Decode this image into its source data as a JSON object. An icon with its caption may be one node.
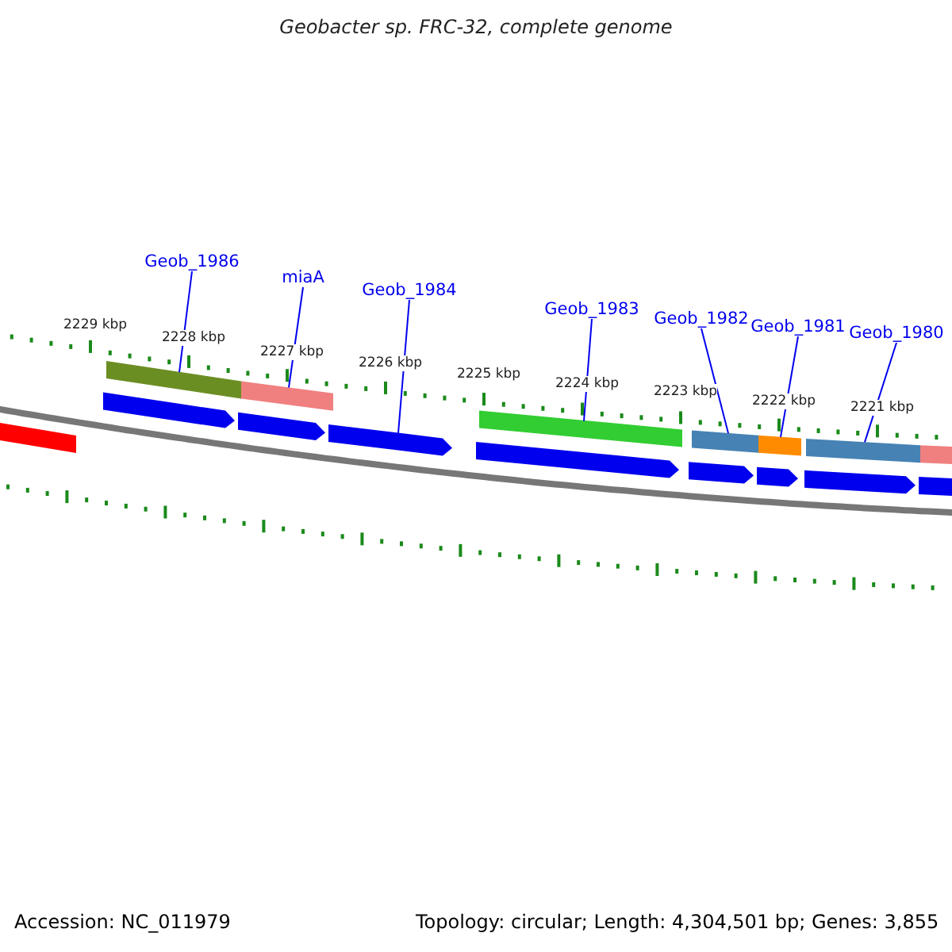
{
  "diagram": {
    "title": "Geobacter sp. FRC-32, complete genome",
    "nodes": [
      {
        "text": [
          "Geob_1986"
        ]
      },
      {
        "text": [
          "miaA"
        ]
      },
      {
        "text": [
          "Geob_1984"
        ]
      },
      {
        "text": [
          "Geob_1983"
        ]
      },
      {
        "text": [
          "Geob_1982"
        ]
      },
      {
        "text": [
          "Geob_1981"
        ]
      },
      {
        "text": [
          "Geob_1980"
        ]
      },
      {
        "text": [],
        "shape": "bar"
      },
      {
        "text": [],
        "shape": "pentagon"
      },
      {
        "text": [],
        "shape": "bar"
      },
      {
        "text": [],
        "shape": "pentagon"
      },
      {
        "text": [],
        "shape": "bar"
      },
      {
        "text": [],
        "shape": "pentagon"
      },
      {
        "text": [],
        "shape": "pentagon"
      },
      {
        "text": [],
        "shape": "bar"
      },
      {
        "text": [],
        "shape": "pentagon"
      },
      {
        "text": [],
        "shape": "bar"
      },
      {
        "text": [],
        "shape": "pentagon"
      },
      {
        "text": [],
        "shape": "bar"
      },
      {
        "text": [],
        "shape": "pentagon"
      },
      {
        "text": [],
        "shape": "bar"
      },
      {
        "text": [],
        "shape": "pentagon"
      },
      {
        "text": [],
        "shape": "bar"
      }
    ],
    "edges": [
      {
        "from": 0,
        "to": 9,
        "arrow": "none"
      },
      {
        "from": 1,
        "to": 11,
        "arrow": "none"
      },
      {
        "from": 2,
        "to": 12,
        "arrow": "none"
      },
      {
        "from": 3,
        "to": 14,
        "arrow": "none"
      },
      {
        "from": 4,
        "to": 16,
        "arrow": "none"
      },
      {
        "from": 5,
        "to": 18,
        "arrow": "none"
      },
      {
        "from": 6,
        "to": 20,
        "arrow": "none"
      }
    ],
    "labels": [
      "2229 kbp",
      "2228 kbp",
      "2227 kbp",
      "2226 kbp",
      "2225 kbp",
      "2224 kbp",
      "2223 kbp",
      "2222 kbp",
      "2221 kbp",
      "Accession: NC_011979",
      "Topology: circular; Length: 4,304,501 bp; Genes: 3,855"
    ]
  }
}
